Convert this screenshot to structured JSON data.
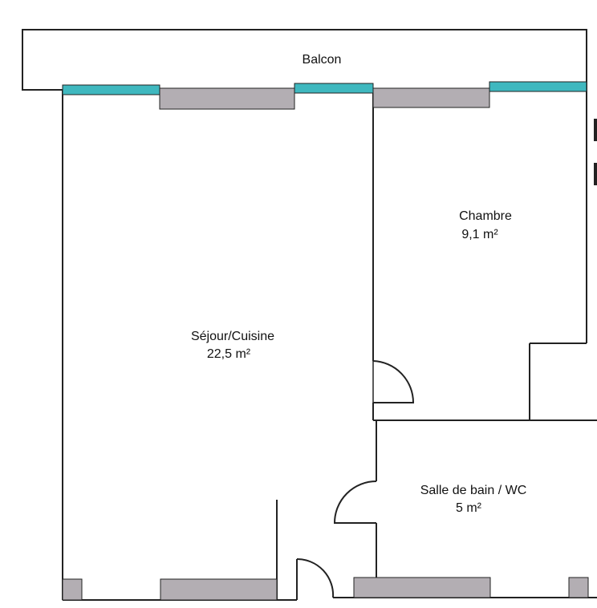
{
  "plan": {
    "balcony_label": "Balcon",
    "rooms": [
      {
        "name": "Séjour/Cuisine",
        "area": "22,5  m²"
      },
      {
        "name": "Chambre",
        "area": "9,1  m²"
      },
      {
        "name": "Salle de bain / WC",
        "area": "5  m²"
      }
    ]
  },
  "colors": {
    "wall": "#222222",
    "window": "#3fb8bf",
    "fixture": "#b3aeb3",
    "background": "#ffffff"
  }
}
